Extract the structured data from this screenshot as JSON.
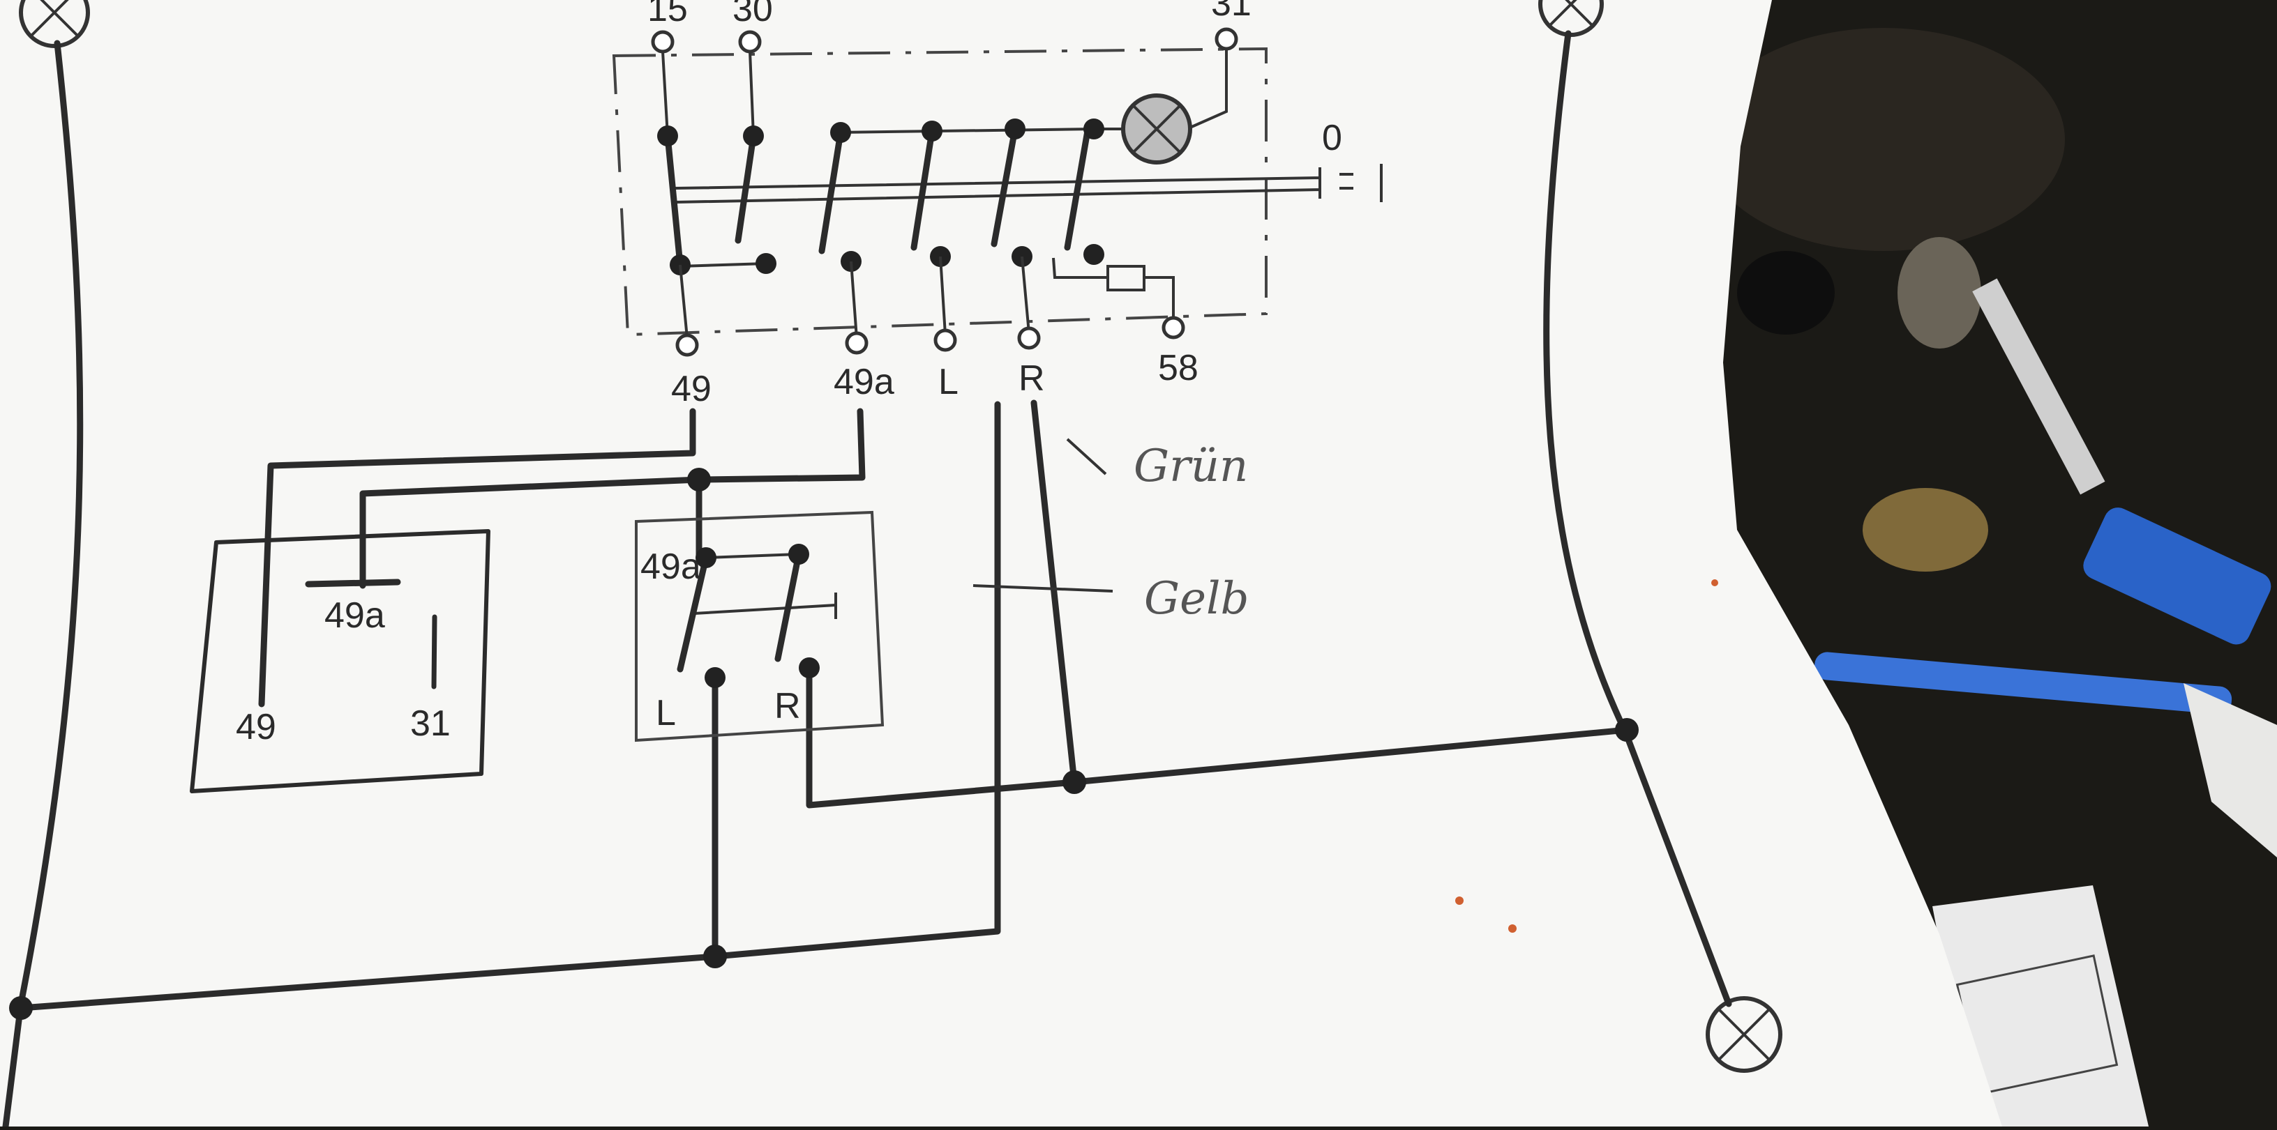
{
  "diagram": {
    "switch_terminals": {
      "t15": "15",
      "t30": "30",
      "t31": "31",
      "t49": "49",
      "t49a": "49a",
      "tL": "L",
      "tR": "R",
      "t58": "58",
      "pos0": "0"
    },
    "relay": {
      "t49a": "49a",
      "t49": "49",
      "t31": "31"
    },
    "selector": {
      "t49a": "49a",
      "tL": "L",
      "tR": "R"
    },
    "handwritten": {
      "note1": "Grün",
      "note2": "Gelb"
    },
    "colors": {
      "paper": "#f7f7f5",
      "ink": "#2b2b2b",
      "background": "#1b1a16",
      "blue_part": "#2a63c8"
    }
  }
}
